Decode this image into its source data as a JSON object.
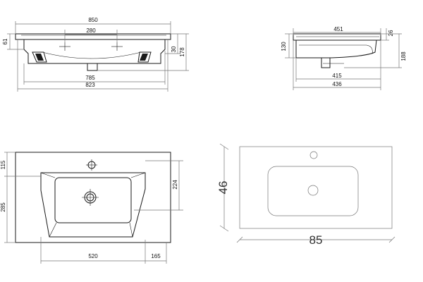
{
  "front_view": {
    "overall_width": "850",
    "tap_spacing": "280",
    "rim_height": "61",
    "overflow_height": "30",
    "total_height": "178",
    "drain_width": "785",
    "bottom_width": "823"
  },
  "side_view": {
    "top_depth": "451",
    "rim_thickness": "26",
    "front_height": "130",
    "rear_height": "188",
    "mount_depth": "415",
    "bottom_depth": "436"
  },
  "plan_view": {
    "tap_offset": "115",
    "basin_depth": "224",
    "side_depth": "285",
    "bowl_width": "520",
    "bowl_offset": "165"
  },
  "outline_view": {
    "width_cm": "85",
    "depth_cm": "46"
  }
}
